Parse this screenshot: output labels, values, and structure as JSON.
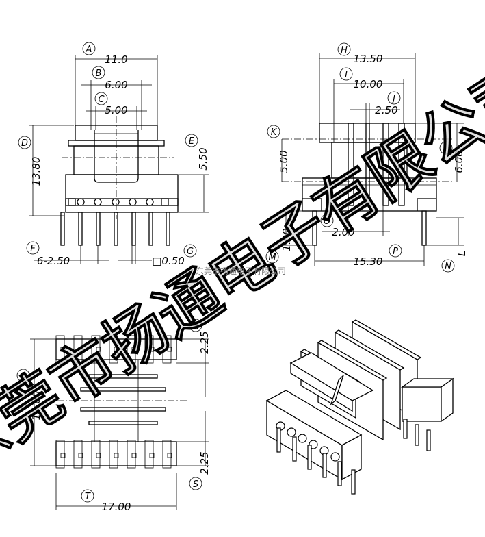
{
  "watermark": {
    "large_text": "东莞市扬通电子有限公司",
    "small_text": "东莞市扬通电子有限公司",
    "color": "#d9d9d9"
  },
  "front_view": {
    "A": {
      "label": "A",
      "value": "11.0"
    },
    "B": {
      "label": "B",
      "value": "6.00"
    },
    "C": {
      "label": "C",
      "value": "5.00"
    },
    "D": {
      "label": "D",
      "value": "13.80"
    },
    "E": {
      "label": "E",
      "value": "5.50"
    },
    "F": {
      "label": "F",
      "value": "6-2.50"
    },
    "G": {
      "label": "G",
      "value": "□0.50"
    }
  },
  "side_view": {
    "H": {
      "label": "H",
      "value": "13.50"
    },
    "I": {
      "label": "I",
      "value": "10.00"
    },
    "J": {
      "label": "J",
      "value": "2.50"
    },
    "K": {
      "label": "K",
      "value": "5.00"
    },
    "L": {
      "label": "L",
      "value": "6.00"
    },
    "M": {
      "label": "M",
      "value": "1.00"
    },
    "N": {
      "label": "N",
      "value": "L"
    },
    "O": {
      "label": "O",
      "value": "2.00"
    },
    "P": {
      "label": "P",
      "value": "15.30"
    }
  },
  "bottom_view": {
    "Q": {
      "label": "Q",
      "value": "19.00"
    },
    "R": {
      "label": "R",
      "value": "2.25"
    },
    "S": {
      "label": "S",
      "value": "2.25"
    },
    "T": {
      "label": "T",
      "value": "17.00"
    }
  }
}
